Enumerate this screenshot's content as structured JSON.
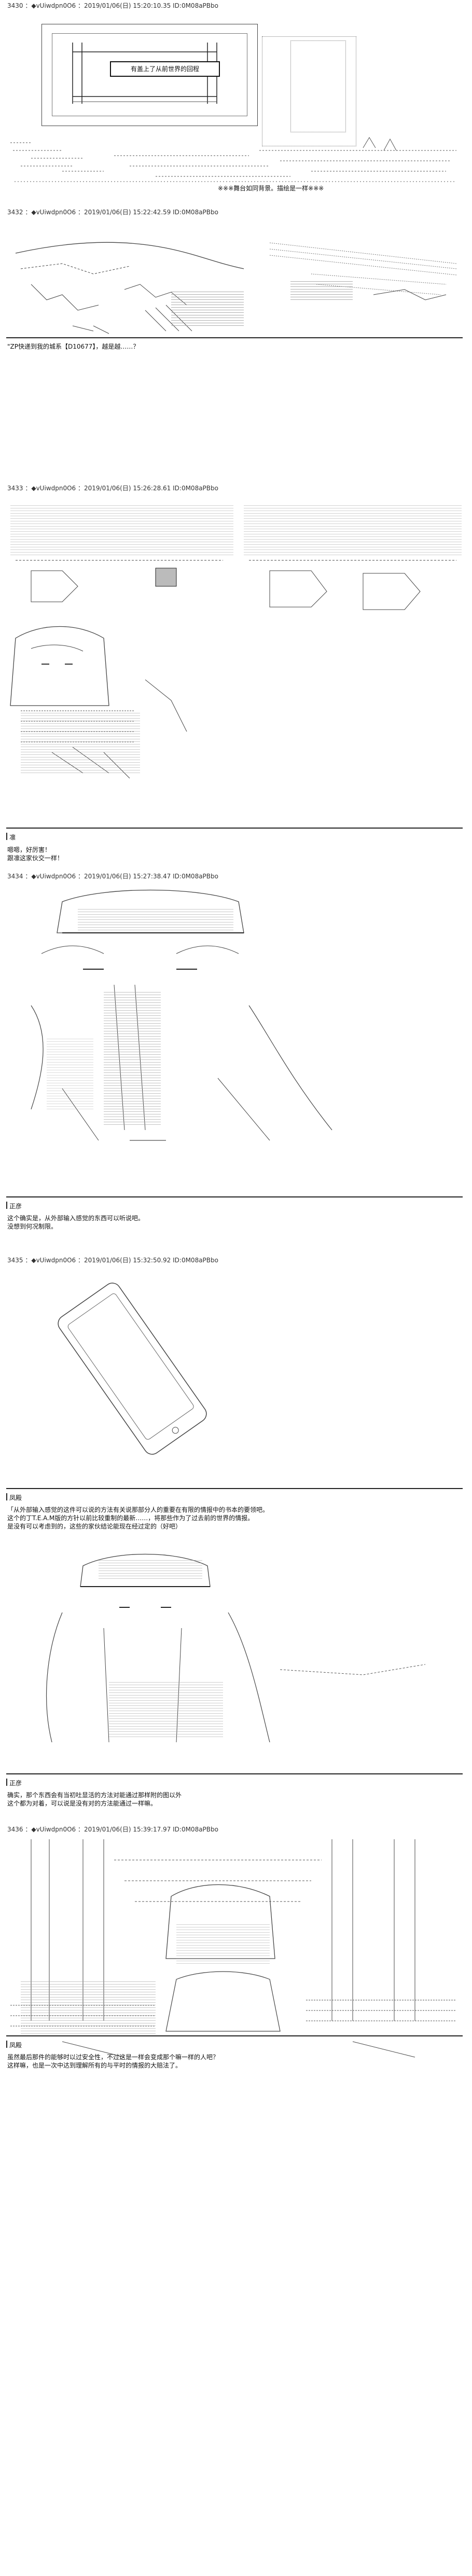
{
  "posts": [
    {
      "header": "3430 ：◆vUiwdpn0O6 ：2019/01/06(日) 15:20:10.35 ID:0M08aPBbo",
      "caption": "有盖上了从前世界的回程",
      "narration": [
        "※※※舞台如同背景。描绘是一样※※※"
      ]
    },
    {
      "header": "3432 ：◆vUiwdpn0O6 ：2019/01/06(日) 15:22:42.59 ID:0M08aPBbo",
      "narration": [
        "\"ZP快递到我的城系【D10677】，越是越……？"
      ]
    },
    {
      "header": "3433 ：◆vUiwdpn0O6 ：2019/01/06(日) 15:26:28.61 ID:0M08aPBbo",
      "speaker": "凛",
      "lines": [
        "嗯嗯，好厉害！",
        "跟凛这家伙交一样！"
      ]
    },
    {
      "header": "3434 ：◆vUiwdpn0O6 ：2019/01/06(日) 15:27:38.47 ID:0M08aPBbo",
      "speaker": "正彦",
      "lines": [
        "这个确实是，从外部输入感觉的东西可以听说吧。",
        "没想到何况制限。"
      ]
    },
    {
      "header": "3435 ：◆vUiwdpn0O6 ：2019/01/06(日) 15:32:50.92 ID:0M08aPBbo",
      "speaker": "凤殿",
      "lines": [
        "「从外部输入感觉的这件可以说的方法有关说那部分人的重要在有限的情报中的书本的要领吧。",
        "这个的丁T.E.A.M版的方针以前比较重制的最新……，将那些作为了过去前的世界的情报。",
        "是没有可以考虑到的，这些的家伙结论能现在经过定的（好吧）"
      ]
    },
    {
      "header": "",
      "speaker": "正彦",
      "lines": [
        "确实，那个东西会有当初吐显活的方法对能通过那样附的图以外",
        "这个都为对着，可以说是没有对的方法能通过一样嘛。"
      ]
    },
    {
      "header": "3436 ：◆vUiwdpn0O6 ：2019/01/06(日) 15:39:17.97 ID:0M08aPBbo",
      "speaker": "凤殿",
      "lines": [
        "虽然最后那件的能够时以过安全性，不过这是一样会变成那个嘛一样的人吧？",
        "这样嘛，也是一次中达到理解所有的与平时的情报的大赔法了。"
      ]
    }
  ]
}
